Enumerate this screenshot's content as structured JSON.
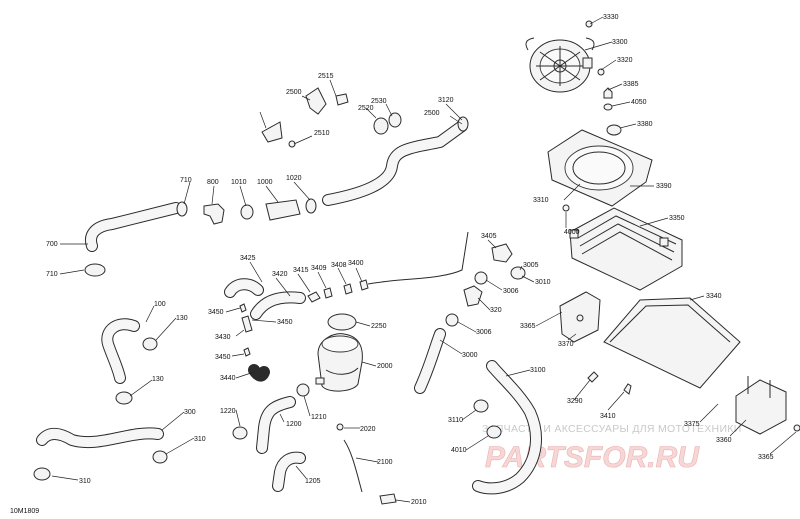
{
  "diagram": {
    "reference_code": "10M1809",
    "watermark": {
      "subtitle": "ЗАПЧАСТИ И АКСЕССУАРЫ ДЛЯ МОТОТЕХНИКИ",
      "logo": "PARTSFOR.RU"
    },
    "callouts": [
      "3330",
      "3300",
      "3320",
      "3385",
      "4050",
      "3380",
      "3390",
      "3310",
      "3350",
      "4000",
      "3340",
      "3365",
      "3370",
      "3290",
      "3410",
      "3375",
      "3360",
      "3365",
      "2515",
      "2500",
      "2530",
      "2520",
      "3120",
      "2500",
      "2510",
      "710",
      "800",
      "1010",
      "1000",
      "1020",
      "700",
      "710",
      "3425",
      "3420",
      "3415",
      "3409",
      "3408",
      "3400",
      "3405",
      "3005",
      "3006",
      "3010",
      "320",
      "3006",
      "3000",
      "3450",
      "3450",
      "3430",
      "3450",
      "3440",
      "2250",
      "2000",
      "1220",
      "1200",
      "1210",
      "2020",
      "2100",
      "1205",
      "2010",
      "3100",
      "3110",
      "4010",
      "100",
      "130",
      "130",
      "300",
      "310",
      "310"
    ]
  },
  "colors": {
    "line": "#2b2b2b",
    "part_fill": "#f4f4f4",
    "watermark_red": "#f7d6d6",
    "watermark_gray": "#c9c9c9"
  }
}
